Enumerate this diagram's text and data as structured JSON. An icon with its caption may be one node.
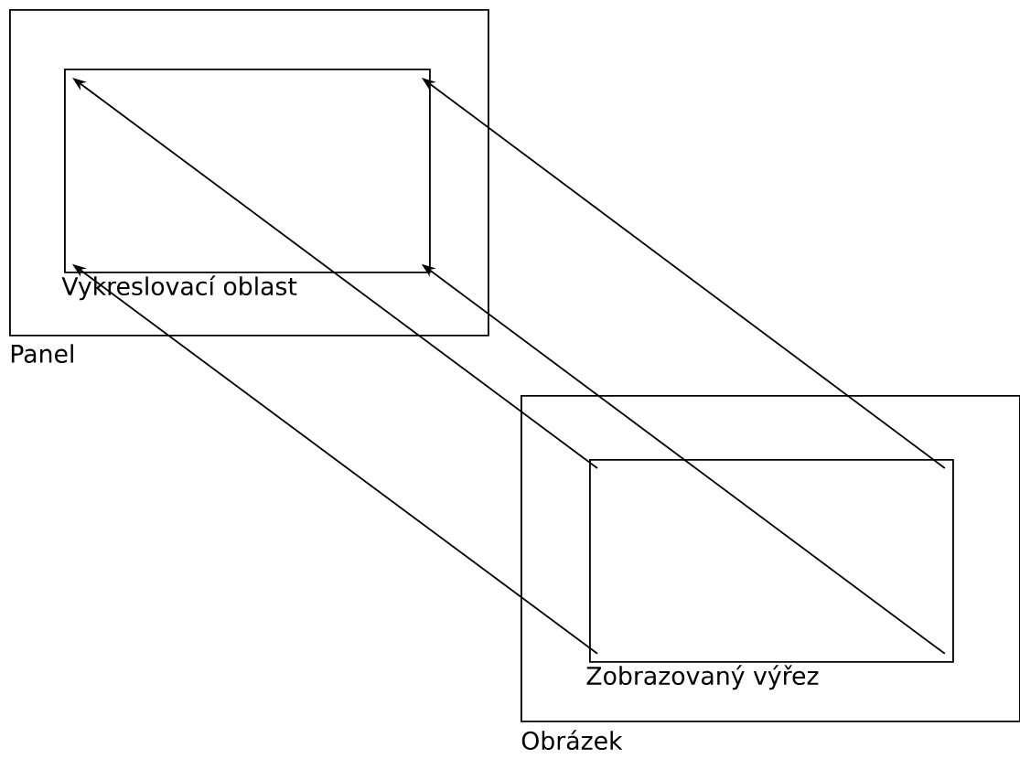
{
  "diagram": {
    "nodes": [
      {
        "text": [
          "Panel"
        ]
      },
      {
        "text": [
          "Vykreslovací oblast"
        ],
        "in": 0
      },
      {
        "text": [
          "Obrázek"
        ]
      },
      {
        "text": [
          "Zobrazovaný výřez"
        ],
        "in": 2
      }
    ],
    "edges": [
      {
        "from": 3,
        "to": 1,
        "arrow": "to"
      },
      {
        "from": 3,
        "to": 1,
        "arrow": "to"
      },
      {
        "from": 3,
        "to": 1,
        "arrow": "to"
      },
      {
        "from": 3,
        "to": 1,
        "arrow": "to"
      }
    ]
  }
}
